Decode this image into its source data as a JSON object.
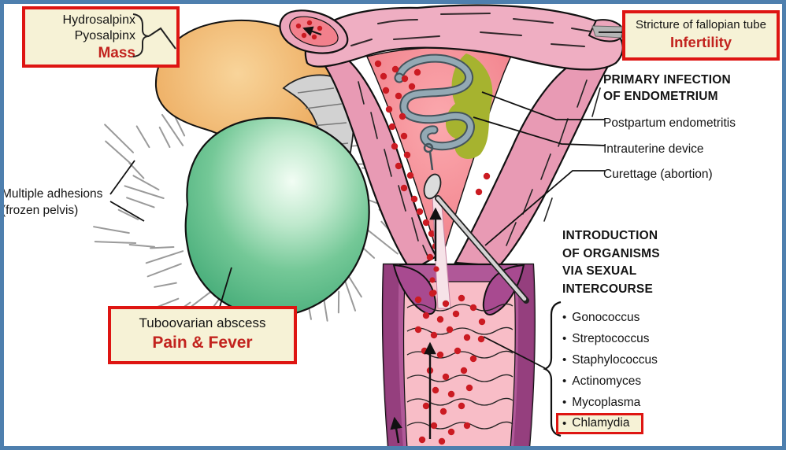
{
  "callouts": {
    "mass": {
      "lines": [
        "Hydrosalpinx",
        "Pyosalpinx"
      ],
      "highlight": "Mass"
    },
    "infertility": {
      "lines": [
        "Stricture of fallopian tube"
      ],
      "highlight": "Infertility"
    },
    "pain_fever": {
      "lines": [
        "Tuboovarian abscess"
      ],
      "highlight": "Pain & Fever"
    }
  },
  "labels": {
    "adhesions_line1": "Multiple adhesions",
    "adhesions_line2": "(frozen pelvis)",
    "postpartum": "Postpartum endometritis",
    "iud": "Intrauterine device",
    "curettage": "Curettage (abortion)"
  },
  "headings": {
    "primary_infection": [
      "PRIMARY INFECTION",
      "OF ENDOMETRIUM"
    ],
    "organisms_intro": [
      "INTRODUCTION",
      "OF ORGANISMS",
      "VIA SEXUAL",
      "INTERCOURSE"
    ]
  },
  "organisms": {
    "bullet": "•",
    "items": [
      "Gonococcus",
      "Streptococcus",
      "Staphylococcus",
      "Actinomyces",
      "Mycoplasma"
    ],
    "highlighted": "Chlamydia"
  },
  "colors": {
    "frame": "#4e7fae",
    "callout_border": "#de1512",
    "callout_bg": "#f6f2d6",
    "highlight_text": "#c2231e",
    "text": "#141414",
    "abscess_green": "#57bb87",
    "hydrosalpinx_orange": "#e8a855",
    "uterus_pink": "#eca6bc",
    "infection_dot_red": "#cb1b22",
    "pus_olive": "#a6b32f",
    "vagina_magenta": "#b05898"
  }
}
